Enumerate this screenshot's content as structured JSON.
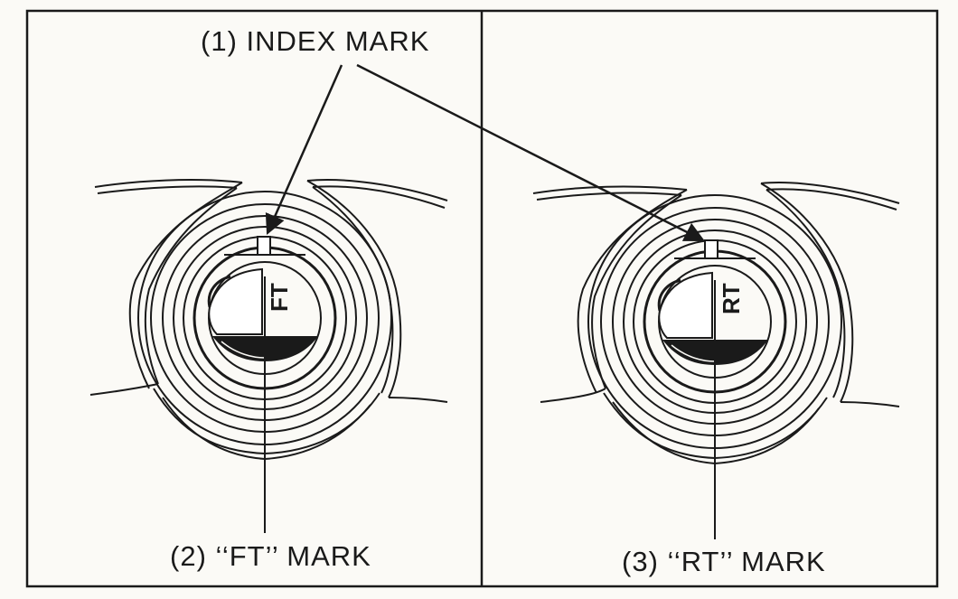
{
  "labels": {
    "index_mark": "(1) INDEX MARK",
    "ft_mark": "(2) ‘‘FT’’ MARK",
    "rt_mark": "(3) ‘‘RT’’ MARK"
  },
  "marks": {
    "ft_letters": "FT",
    "rt_letters": "RT"
  },
  "colors": {
    "ink": "#1a1a1a",
    "paper": "#fbfaf6"
  }
}
